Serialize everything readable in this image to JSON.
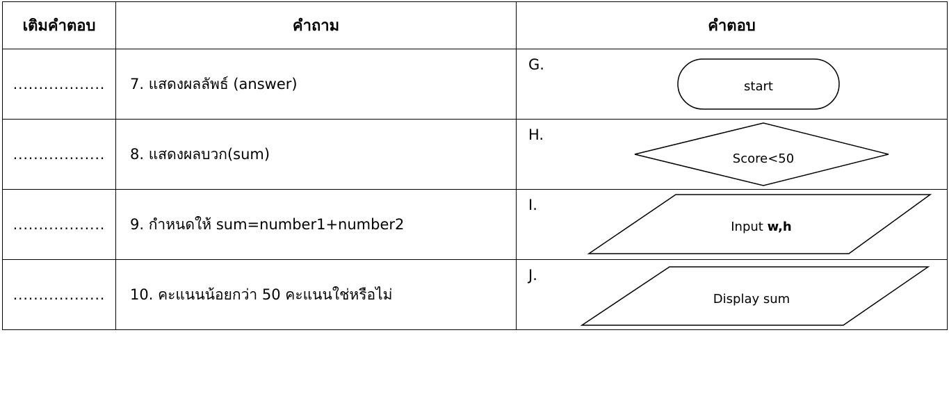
{
  "headers": {
    "fill": "เติมคำตอบ",
    "question": "คำถาม",
    "answer": "คำตอบ"
  },
  "rows": [
    {
      "blank": "..................",
      "question": "7. แสดงผลลัพธ์ (answer)",
      "letter": "G.",
      "shape": "terminator",
      "shape_text": "start"
    },
    {
      "blank": "..................",
      "question": "8. แสดงผลบวก(sum)",
      "letter": "H.",
      "shape": "decision",
      "shape_text": "Score<50"
    },
    {
      "blank": "..................",
      "question": "9. กำหนดให้ sum=number1+number2",
      "letter": "I.",
      "shape": "input-output",
      "shape_text_plain": "Input ",
      "shape_text_bold": "w,h"
    },
    {
      "blank": "..................",
      "question": "10. คะแนนน้อยกว่า 50 คะแนนใช่หรือไม่",
      "letter": "J.",
      "shape": "input-output",
      "shape_text": "Display sum"
    }
  ]
}
